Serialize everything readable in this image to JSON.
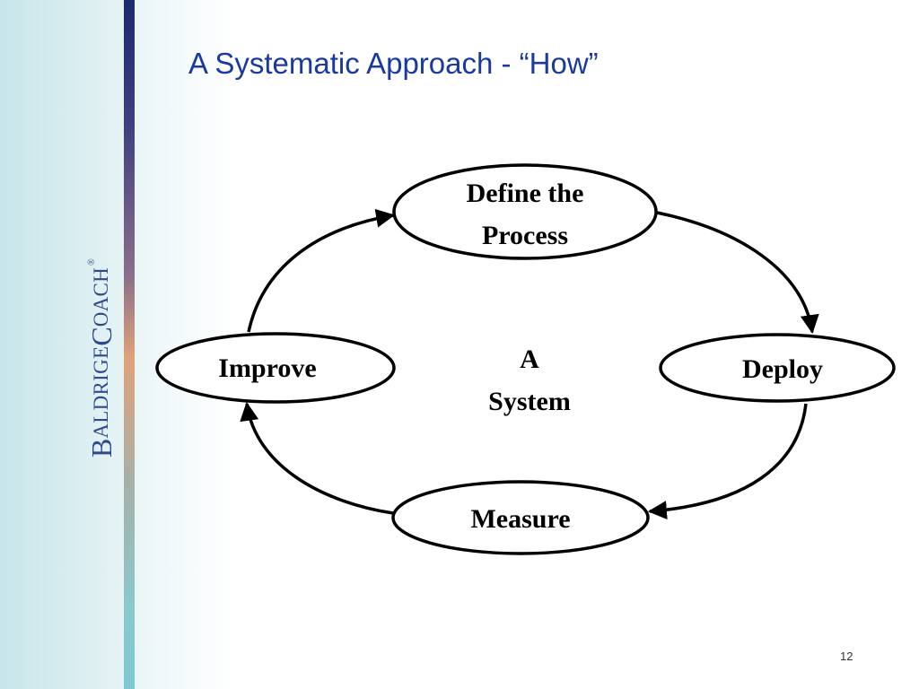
{
  "slide": {
    "title": "A Systematic Approach - “How”",
    "page_number": "12"
  },
  "logo": {
    "initial_1": "B",
    "rest_1": "ALDRIGE",
    "initial_2": "C",
    "rest_2": "OACH",
    "registered": "®"
  },
  "diagram": {
    "center_line_1": "A",
    "center_line_2": "System",
    "nodes": {
      "define": {
        "line_1": "Define the",
        "line_2": "Process"
      },
      "deploy": {
        "label": "Deploy"
      },
      "measure": {
        "label": "Measure"
      },
      "improve": {
        "label": "Improve"
      }
    },
    "flow": [
      "Define the Process",
      "Deploy",
      "Measure",
      "Improve"
    ]
  },
  "colors": {
    "title": "#1a3aa0",
    "logo": "#2e4a8c",
    "stroke": "#000000"
  }
}
